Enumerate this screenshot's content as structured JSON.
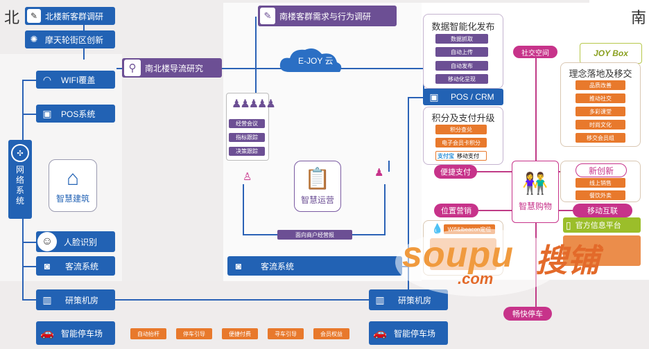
{
  "directions": {
    "north": "北",
    "south": "南"
  },
  "top_left": {
    "north_survey": "北楼新客群调研",
    "ferris_wheel": "摩天轮街区创新",
    "flow_study": "南北楼导流研究"
  },
  "top_mid": {
    "south_survey": "南楼客群需求与行为调研",
    "cloud": "E-JOY 云"
  },
  "left_column": {
    "wifi": "WIFI覆盖",
    "pos": "POS系统",
    "network": [
      "网",
      "络",
      "系",
      "统"
    ],
    "smart_building": "智慧建筑",
    "face": "人脸识别",
    "traffic": "客流系统"
  },
  "middle": {
    "meetings": [
      "经营会议",
      "指标跟踪",
      "决策跟踪"
    ],
    "smart_ops": "智慧运营",
    "merchant_report": "面向商户经营报",
    "traffic": "客流系统"
  },
  "bottom": {
    "server_left": "研策机房",
    "server_right": "研策机房",
    "parking_left": "智能停车场",
    "parking_right": "智能停车场",
    "parking_tags": [
      "自动抬杆",
      "停车引导",
      "便捷付费",
      "寻车引导",
      "会员权益"
    ],
    "easy_parking": "畅快停车"
  },
  "data_publish": {
    "title": "数据智能化发布",
    "items": [
      "数据抓取",
      "自动上传",
      "自动发布",
      "移动化呈现"
    ]
  },
  "pos_crm": "POS / CRM",
  "points_pay": {
    "title": "积分及支付升级",
    "items": [
      "积分查兑",
      "电子会员卡积分",
      "移动支付"
    ],
    "alipay": "支付宝"
  },
  "social": "社交空间",
  "joy": {
    "logo": "JOY Box",
    "subtitle": "理念落地及移交",
    "items": [
      "品质改善",
      "推动社交",
      "多彩课堂",
      "时尚文化",
      "移交会员组"
    ]
  },
  "smart_shopping": "智慧购物",
  "convenient_pay": "便捷支付",
  "location_marketing": "位置营销",
  "new_innovation": {
    "title": "新创新",
    "items": [
      "线上销售",
      "餐饮外卖"
    ]
  },
  "mobile_internet": "移动互联",
  "official": "官方信息平台",
  "wifi_beacon": "Wifi&ibeacon定位",
  "watermark": {
    "main": "soupu",
    "cn": "搜铺",
    "dotcom": ".com"
  }
}
